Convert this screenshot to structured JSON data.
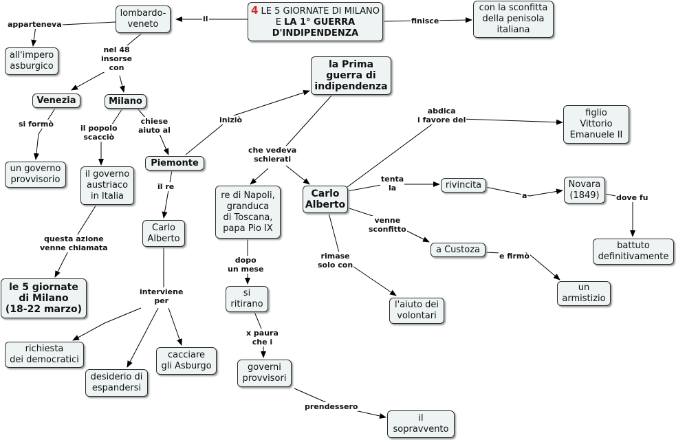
{
  "nodes": {
    "title_num": "4",
    "title_rest": " LE 5 GIORNATE DI MILANO E ",
    "title_bold": "LA 1° GUERRA D'INDIPENDENZA",
    "lombardo": "lombardo-\nveneto",
    "sconfitta": "con la sconfitta\ndella penisola\nitaliana",
    "impero": "all'impero\nasburgico",
    "venezia": "Venezia",
    "milano": "Milano",
    "prima_guerra": "la Prima\nguerra di\nindipendenza",
    "figlio": "figlio\nVittorio\nEmanuele II",
    "governo_prov": "un governo\nprovvisorio",
    "governo_austriaco": "il governo\naustriaco\nin Italia",
    "piemonte": "Piemonte",
    "re_napoli": "re di Napoli,\ngranduca\ndi Toscana,\npapa Pio IX",
    "carlo_alberto_main": "Carlo\nAlberto",
    "rivincita": "rivincita",
    "novara": "Novara\n(1849)",
    "carlo_alberto_2": "Carlo\nAlberto",
    "custoza": "a Custoza",
    "battuto": "battuto\ndefinitivamente",
    "giornate": "le 5 giornate\ndi Milano\n(18-22 marzo)",
    "si_ritirano": "si\nritirano",
    "aiuto": "l'aiuto dei\nvolontari",
    "armistizio": "un\narmistizio",
    "richiesta": "richiesta\ndei democratici",
    "cacciare": "cacciare\ngli Asburgo",
    "desiderio": "desiderio di\nespandersi",
    "governi_prov": "governi\nprovvisori",
    "sopravvento": "il\nsopravvento"
  },
  "labels": {
    "il": "il",
    "finisce": "finisce",
    "apparteneva": "apparteneva",
    "nel48": "nel 48\ninsorse\ncon",
    "si_formo": "si formò",
    "popolo": "il popolo\nscacciò",
    "chiese": "chiese\naiuto al",
    "inizio": "iniziò",
    "abdica": "abdica\ni favore del",
    "vedeva": "che vedeva\nschierati",
    "tenta": "tenta\nla",
    "a": "a",
    "dove_fu": "dove fu",
    "il_re": "il re",
    "questa_azione": "questa azione\nvenne chiamata",
    "dopo": "dopo\nun mese",
    "venne_sconfitto": "venne\nsconfitto",
    "rimase": "rimase\nsolo con",
    "e_firmo": "e firmò",
    "interviene": "interviene\nper",
    "x_paura": "x paura\nche i",
    "prendessero": "prendessero"
  }
}
